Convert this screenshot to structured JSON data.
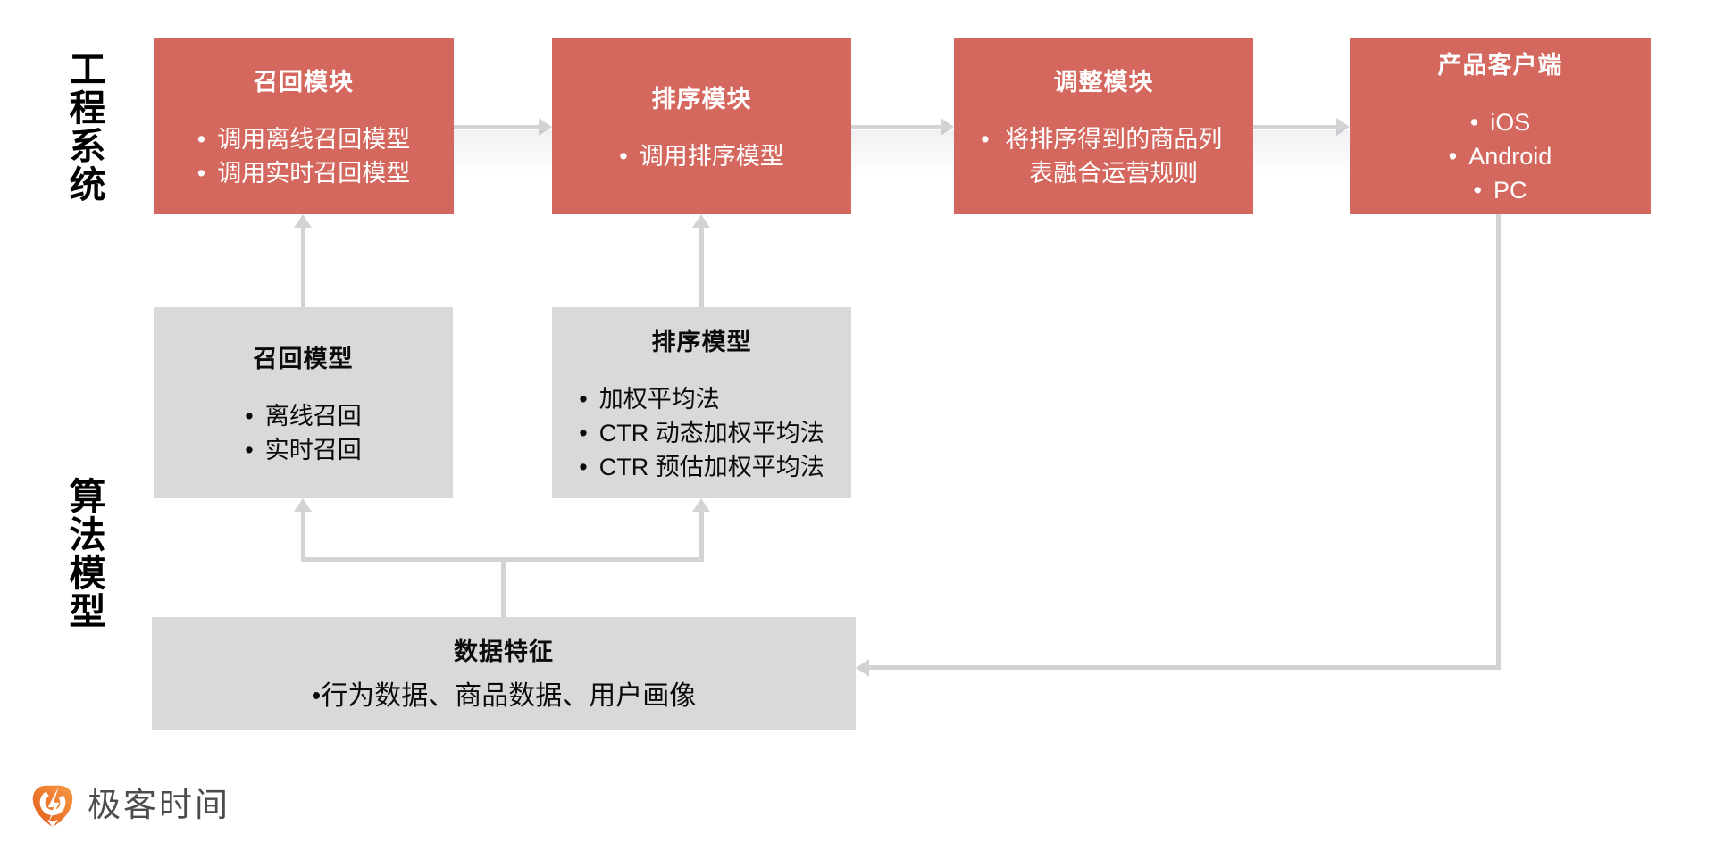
{
  "bullet_char": "•",
  "colors": {
    "module_box": "#d5685e",
    "model_box": "#d9d9d9",
    "arrow": "#d3d3d6",
    "text_on_module": "#ffffff",
    "text_on_model": "#0b0b0b",
    "logo_orange": "#ee7a2b",
    "logo_text": "#4b4c50"
  },
  "side_labels": {
    "engineering": "工程系统",
    "algorithm": "算法模型"
  },
  "engineering_row": [
    {
      "title": "召回模块",
      "bullets": [
        "调用离线召回模型",
        "调用实时召回模型"
      ]
    },
    {
      "title": "排序模块",
      "bullets": [
        "调用排序模型"
      ]
    },
    {
      "title": "调整模块",
      "bullets": [
        "将排序得到的商品列表融合运营规则"
      ]
    },
    {
      "title": "产品客户端",
      "bullets": [
        "iOS",
        "Android",
        "PC"
      ]
    }
  ],
  "algorithm_row": [
    {
      "title": "召回模型",
      "bullets": [
        "离线召回",
        "实时召回"
      ]
    },
    {
      "title": "排序模型",
      "bullets": [
        "加权平均法",
        "CTR 动态加权平均法",
        "CTR 预估加权平均法"
      ]
    }
  ],
  "data_features": {
    "title": "数据特征",
    "body": "•行为数据、商品数据、用户画像"
  },
  "logo": {
    "text": "极客时间"
  }
}
